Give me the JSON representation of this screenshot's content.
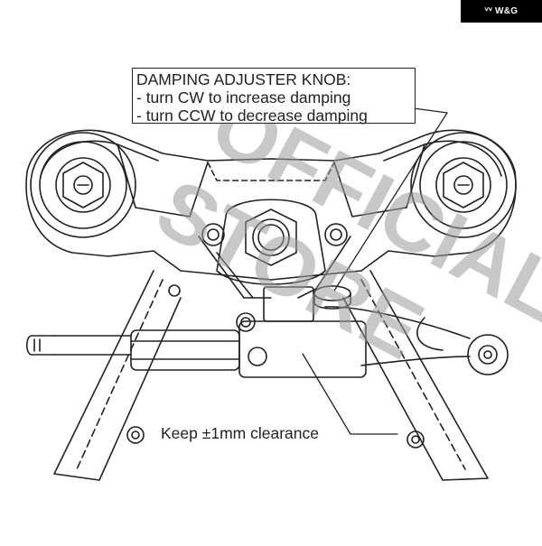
{
  "brand": {
    "logo_icon": "wings-logo-icon",
    "name": "W&G"
  },
  "callout": {
    "title": "DAMPING ADJUSTER KNOB:",
    "line1": "- turn CW to increase damping",
    "line2": "- turn CCW to decrease damping"
  },
  "clearance_note": "Keep ±1mm clearance",
  "watermark": {
    "line1": "OFFICIAL",
    "line2": "STORE"
  },
  "colors": {
    "ink": "#222222",
    "watermark": "#9a9a9a",
    "badge_bg": "#000000"
  }
}
